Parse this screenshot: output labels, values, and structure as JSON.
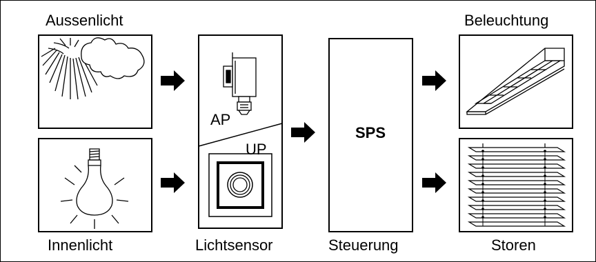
{
  "labels": {
    "aussenlicht": "Aussenlicht",
    "innenlicht": "Innenlicht",
    "lichtsensor": "Lichtsensor",
    "steuerung": "Steuerung",
    "beleuchtung": "Beleuchtung",
    "storen": "Storen"
  },
  "sensor": {
    "ap_label": "AP",
    "up_label": "UP"
  },
  "controller": {
    "label": "SPS"
  },
  "icons": [
    "sun-cloud-icon",
    "light-bulb-icon",
    "surface-sensor-icon",
    "flush-sensor-icon",
    "ceiling-lamp-icon",
    "blinds-icon",
    "arrow-right-icon"
  ]
}
